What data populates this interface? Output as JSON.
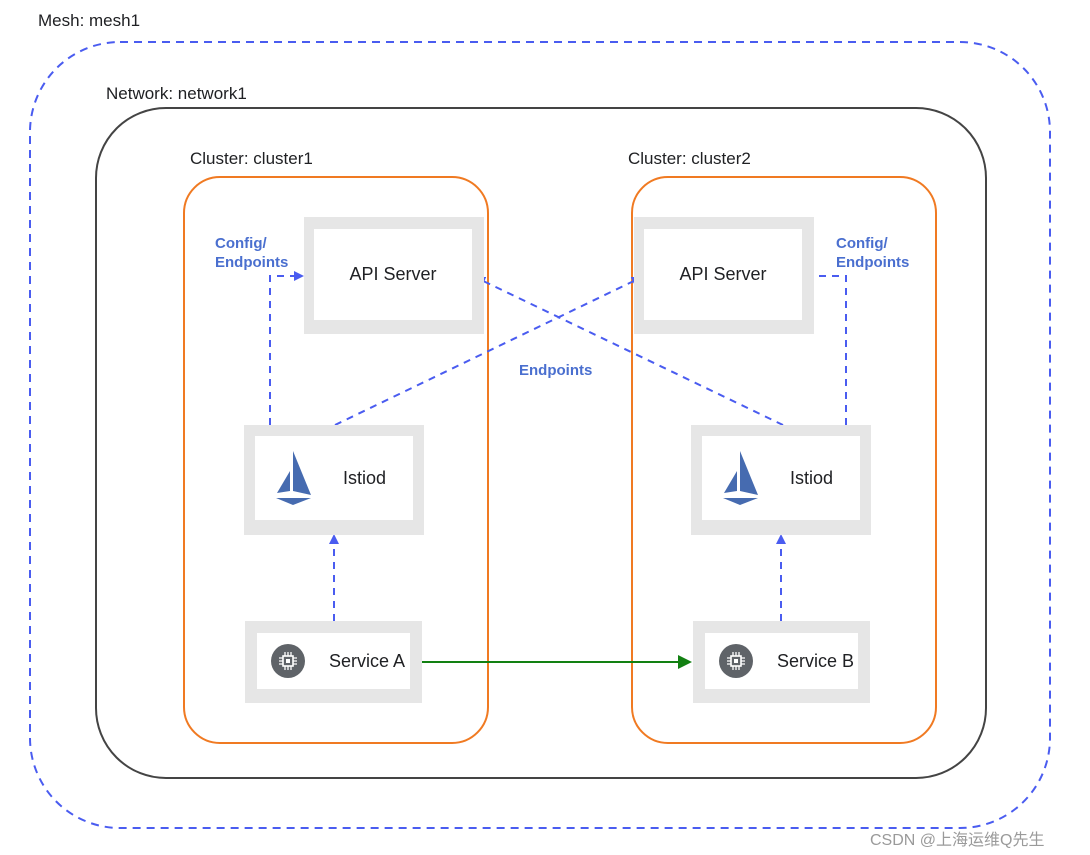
{
  "mesh": {
    "label": "Mesh: mesh1"
  },
  "network": {
    "label": "Network: network1"
  },
  "clusters": [
    {
      "label": "Cluster: cluster1",
      "api_server": "API Server",
      "istiod": "Istiod",
      "service": "Service A",
      "config_label_line1": "Config/",
      "config_label_line2": "Endpoints"
    },
    {
      "label": "Cluster: cluster2",
      "api_server": "API Server",
      "istiod": "Istiod",
      "service": "Service B",
      "config_label_line1": "Config/",
      "config_label_line2": "Endpoints"
    }
  ],
  "cross_edge_label": "Endpoints",
  "watermark": "CSDN @上海运维Q先生",
  "colors": {
    "mesh_border": "#4a5cf0",
    "network_border": "#444444",
    "cluster_border": "#f07a22",
    "dashed_arrow": "#4a5cf0",
    "service_arrow": "#128012",
    "istio_logo": "#466bb0"
  }
}
